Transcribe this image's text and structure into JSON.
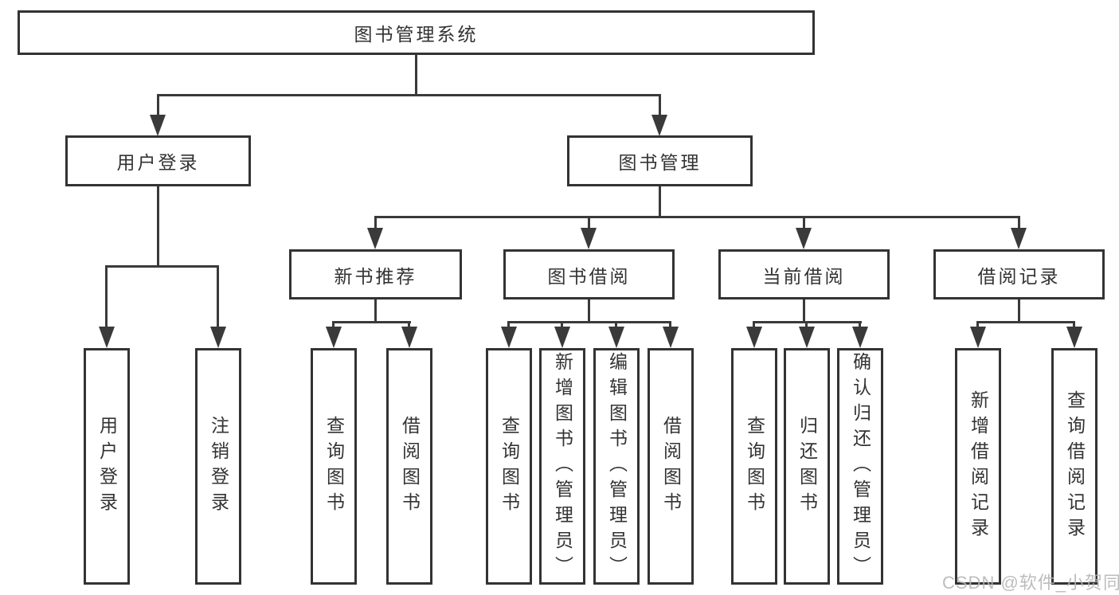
{
  "nodes": {
    "root": "图书管理系统",
    "user_login": "用户登录",
    "book_mgmt": "图书管理",
    "new_book_rec": "新书推荐",
    "book_borrow": "图书借阅",
    "current_borrow": "当前借阅",
    "borrow_records": "借阅记录",
    "leaves_user_login": [
      "用户登录",
      "注销登录"
    ],
    "leaves_new_book": [
      "查询图书",
      "借阅图书"
    ],
    "leaves_borrow": [
      "查询图书",
      "新增图书（管理员）",
      "编辑图书（管理员）",
      "借阅图书"
    ],
    "leaves_current": [
      "查询图书",
      "归还图书",
      "确认归还（管理员）"
    ],
    "leaves_records": [
      "新增借阅记录",
      "查询借阅记录"
    ]
  },
  "watermark": "CSDN @软件_小贺同学",
  "colors": {
    "line": "#3a3a3a",
    "border": "#333333",
    "text": "#333333"
  }
}
